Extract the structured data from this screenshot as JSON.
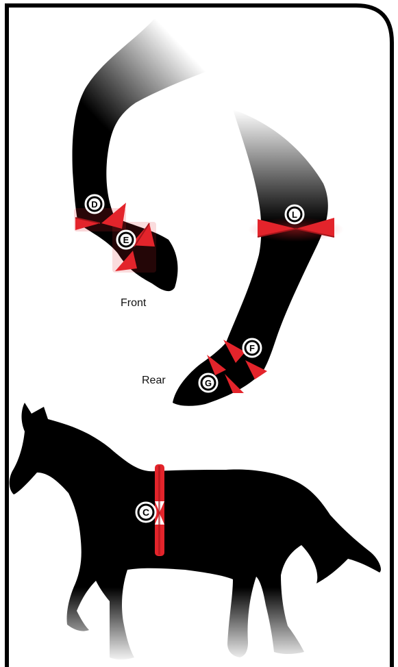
{
  "labels": {
    "front": "Front",
    "rear": "Rear"
  },
  "markers": {
    "c": "C",
    "d": "D",
    "e": "E",
    "f": "F",
    "g": "G",
    "l": "L"
  },
  "colors": {
    "silhouette": "#000000",
    "arrow": "#e3242b",
    "arrow_dark": "#a5151b",
    "frame": "#000000",
    "background": "#ffffff"
  }
}
